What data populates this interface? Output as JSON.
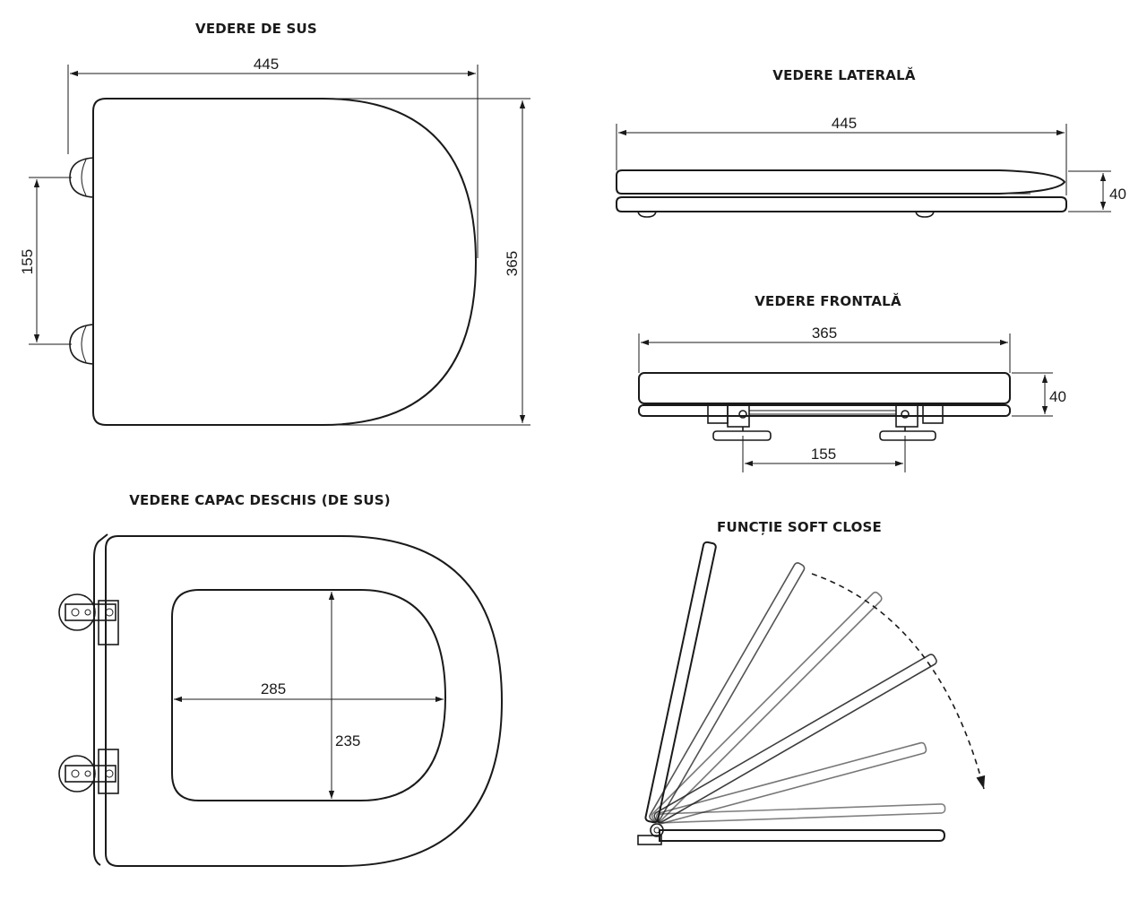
{
  "views": {
    "top": {
      "title": "VEDERE DE SUS",
      "width": "445",
      "height": "365",
      "hinge_spacing": "155"
    },
    "side": {
      "title": "VEDERE LATERALĂ",
      "width": "445",
      "thickness": "40"
    },
    "front": {
      "title": "VEDERE FRONTALĂ",
      "width": "365",
      "thickness": "40",
      "hinge_spacing": "155"
    },
    "open": {
      "title": "VEDERE CAPAC DESCHIS (DE SUS)",
      "opening_length": "285",
      "opening_width": "235"
    },
    "soft_close": {
      "title": "FUNCȚIE SOFT CLOSE"
    }
  }
}
